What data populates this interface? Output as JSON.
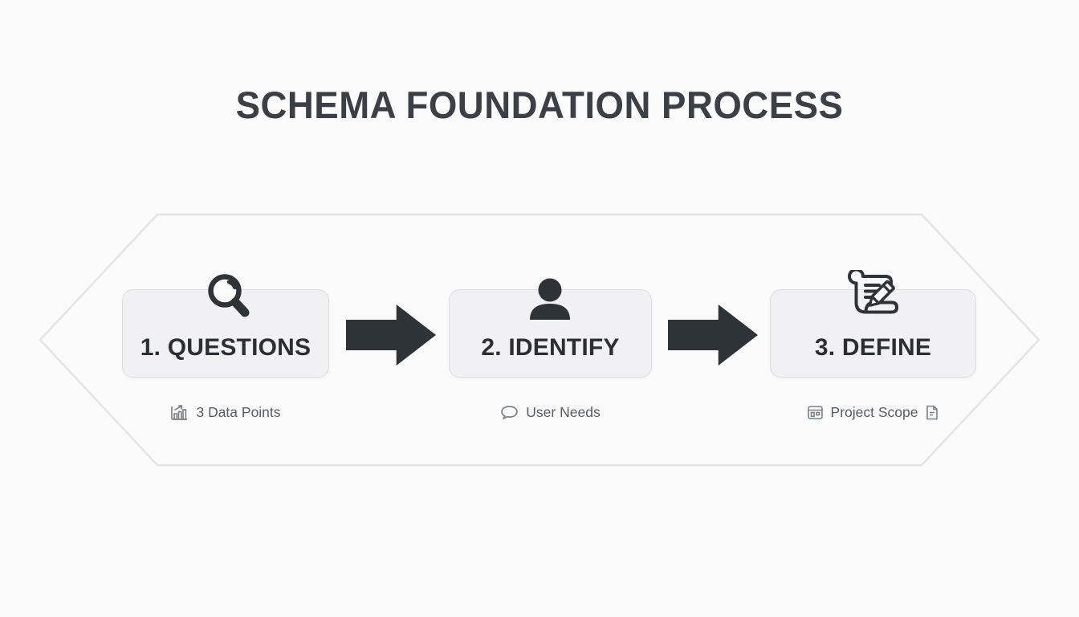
{
  "title": "SCHEMA FOUNDATION PROCESS",
  "steps": [
    {
      "label": "1. QUESTIONS",
      "icon": "magnifier-icon",
      "subtitle": "3 Data Points",
      "subtitle_icon": "bar-chart-icon"
    },
    {
      "label": "2. IDENTIFY",
      "icon": "user-icon",
      "subtitle": "User Needs",
      "subtitle_icon": "speech-bubble-icon"
    },
    {
      "label": "3. DEFINE",
      "icon": "scroll-pencil-icon",
      "subtitle": "Project Scope",
      "subtitle_icon_left": "kanban-window-icon",
      "subtitle_icon_right": "document-icon"
    }
  ],
  "colors": {
    "background": "#fbfbfb",
    "dark": "#2e3338",
    "box_fill": "#f1f1f3",
    "box_border": "#dcdde0",
    "hex_outline": "#e3e4e6",
    "title_text": "#3b4046",
    "subtitle_text": "#575c62",
    "subtitle_icon": "#7a7f84"
  }
}
